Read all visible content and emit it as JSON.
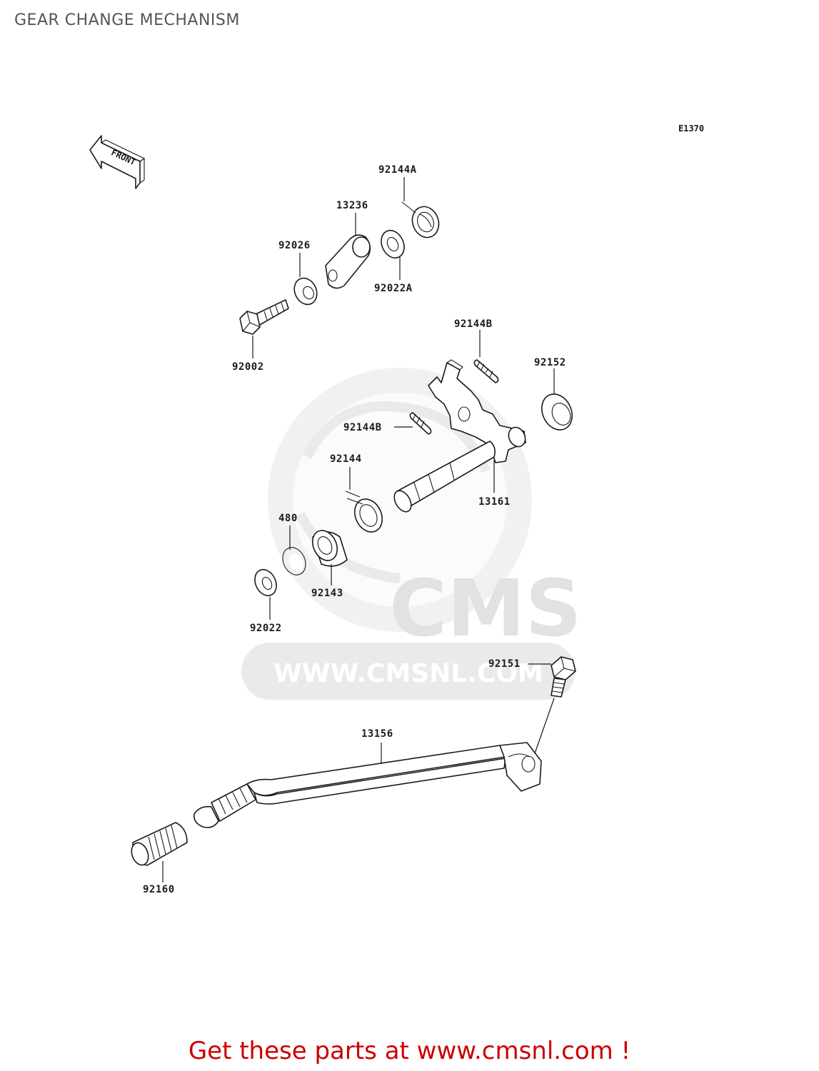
{
  "page": {
    "title": "GEAR CHANGE MECHANISM",
    "diagram_code": "E1370",
    "front_arrow_label": "FRONT",
    "footer_cta": "Get these parts at www.cmsnl.com !"
  },
  "watermark": {
    "brand": "CMS",
    "url": "WWW.CMSNL.COM"
  },
  "parts": [
    {
      "id": "92144A",
      "label": "92144A"
    },
    {
      "id": "13236",
      "label": "13236"
    },
    {
      "id": "92026",
      "label": "92026"
    },
    {
      "id": "92022A",
      "label": "92022A"
    },
    {
      "id": "92002",
      "label": "92002"
    },
    {
      "id": "92144B-upper",
      "label": "92144B"
    },
    {
      "id": "92152",
      "label": "92152"
    },
    {
      "id": "92144B-lower",
      "label": "92144B"
    },
    {
      "id": "92144",
      "label": "92144"
    },
    {
      "id": "13161",
      "label": "13161"
    },
    {
      "id": "480",
      "label": "480"
    },
    {
      "id": "92143",
      "label": "92143"
    },
    {
      "id": "92022",
      "label": "92022"
    },
    {
      "id": "92151",
      "label": "92151"
    },
    {
      "id": "13156",
      "label": "13156"
    },
    {
      "id": "92160",
      "label": "92160"
    }
  ],
  "colors": {
    "title": "#555555",
    "footer": "#cc0000",
    "line": "#1a1a1a",
    "watermark": "#e6e6e6"
  }
}
